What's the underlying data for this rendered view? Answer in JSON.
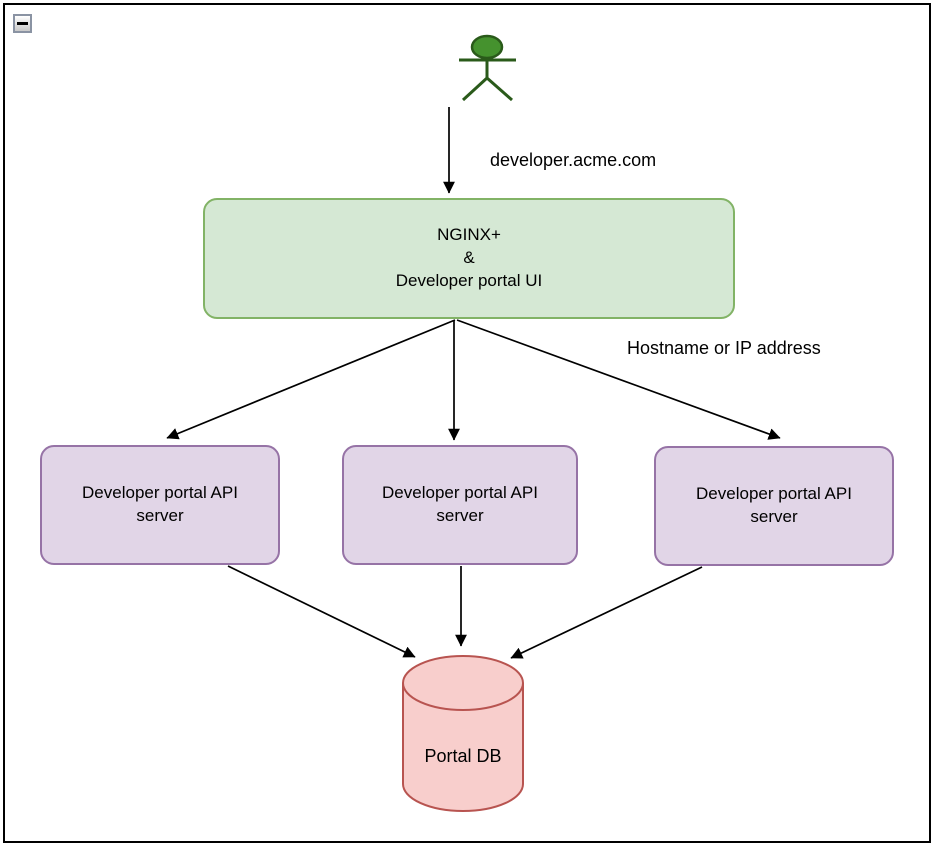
{
  "window": {
    "collapse_button": {
      "icon": "minus-icon",
      "tooltip": "Collapse"
    }
  },
  "diagram": {
    "actor": {
      "icon": "person-actor-icon",
      "fill": "#45922e",
      "stroke": "#2a5a1a"
    },
    "edge_labels": {
      "request_host": "developer.acme.com",
      "backend_addressing": "Hostname or IP address"
    },
    "nodes": {
      "gateway": {
        "label": "NGINX+\n&\nDeveloper portal UI",
        "fill": "#d5e8d4",
        "stroke": "#82b366"
      },
      "api_servers": [
        {
          "label": "Developer portal API\nserver"
        },
        {
          "label": "Developer portal API\nserver"
        },
        {
          "label": "Developer portal API\nserver"
        }
      ],
      "api_server_style": {
        "fill": "#e1d5e7",
        "stroke": "#9673a6"
      },
      "database": {
        "label": "Portal DB",
        "fill": "#f8cecc",
        "stroke": "#b85450"
      }
    },
    "arrow_color": "#000000"
  }
}
